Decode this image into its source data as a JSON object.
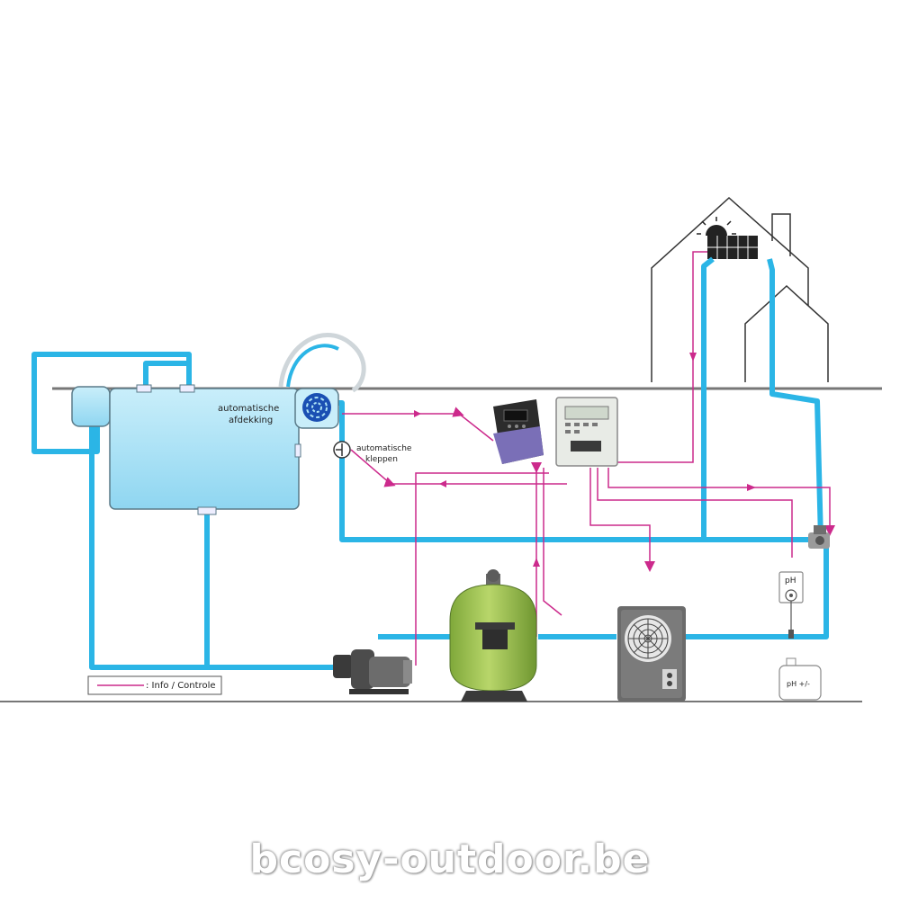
{
  "labels": {
    "cover_line1": "automatische",
    "cover_line2": "afdekking",
    "valves_line1": "automatische",
    "valves_line2": "kleppen",
    "legend": ": Info / Controle",
    "ph_meter": "pH",
    "ph_tank": "pH +/-"
  },
  "watermark": "bcosy-outdoor.be",
  "colors": {
    "water_pipe": "#2bb5e6",
    "info_line": "#cc2a8c",
    "pool_water": "#aee4f6",
    "filter": "#a6c65a",
    "pump": "#5a5a5a",
    "heat_pump": "#6b6b6b",
    "drive": "#7a6fb7"
  }
}
